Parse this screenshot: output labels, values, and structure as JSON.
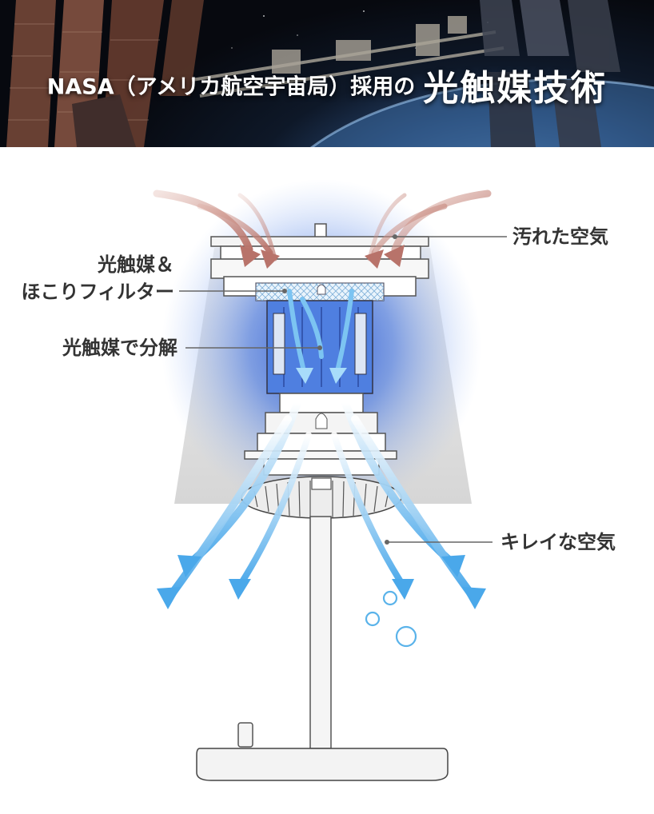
{
  "banner": {
    "title_prefix": "NASA（アメリカ航空宇宙局）採用の",
    "title_main": "光触媒技術"
  },
  "diagram": {
    "labels": {
      "dirty_air": "汚れた空気",
      "filter_line1": "光触媒＆",
      "filter_line2": "ほこりフィルター",
      "decompose": "光触媒で分解",
      "clean_air": "キレイな空気"
    },
    "colors": {
      "dirty_air": "#c9857a",
      "clean_air": "#5ab3ea",
      "uv_glow": "#2a5fd6",
      "lamp_shade": "#d8d8d8"
    }
  }
}
